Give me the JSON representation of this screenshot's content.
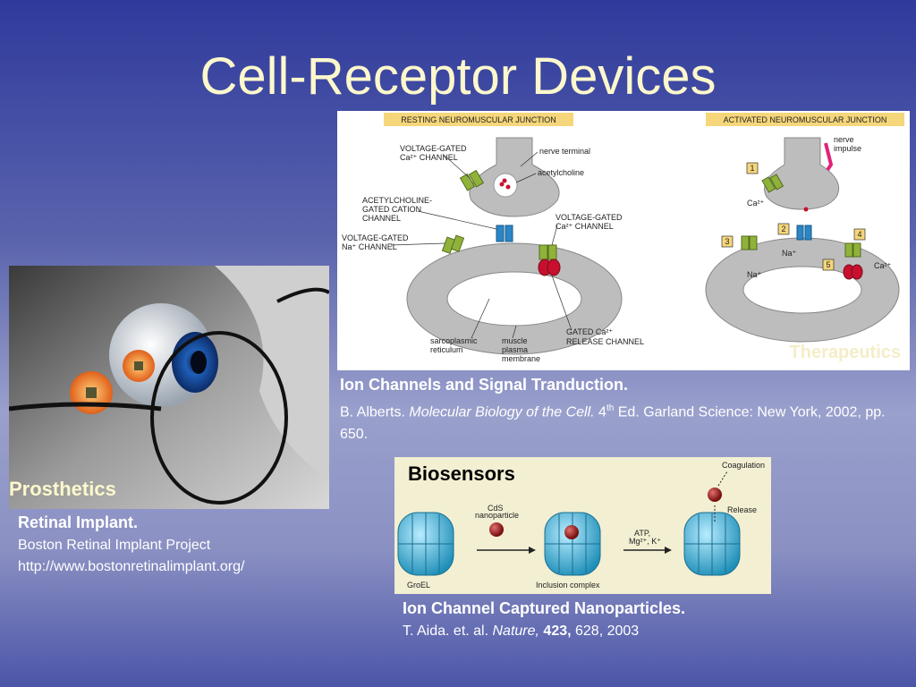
{
  "slide": {
    "title": "Cell-Receptor Devices"
  },
  "nmj_figure": {
    "resting_header": "RESTING NEUROMUSCULAR JUNCTION",
    "activated_header": "ACTIVATED NEUROMUSCULAR JUNCTION",
    "labels": {
      "vg_ca_channel_1": "VOLTAGE-GATED",
      "vg_ca_channel_2": "Ca²⁺ CHANNEL",
      "nerve_terminal": "nerve terminal",
      "acetylcholine": "acetylcholine",
      "ach_gated_1": "ACETYLCHOLINE-",
      "ach_gated_2": "GATED CATION",
      "ach_gated_3": "CHANNEL",
      "vg_ca_right_1": "VOLTAGE-GATED",
      "vg_ca_right_2": "Ca²⁺ CHANNEL",
      "vg_na_1": "VOLTAGE-GATED",
      "vg_na_2": "Na⁺ CHANNEL",
      "sarco_1": "sarcoplasmic",
      "sarco_2": "reticulum",
      "muscle_1": "muscle",
      "muscle_2": "plasma",
      "muscle_3": "membrane",
      "gated_1": "GATED Ca²⁺",
      "gated_2": "RELEASE CHANNEL",
      "nerve_impulse_1": "nerve",
      "nerve_impulse_2": "impulse",
      "ca": "Ca²⁺",
      "na_1": "Na⁺",
      "na_2": "Na⁺",
      "ca_2": "Ca²⁺",
      "step1": "1",
      "step2": "2",
      "step3": "3",
      "step4": "4",
      "step5": "5"
    },
    "overlay_tag": "Therapeutics"
  },
  "caption_ion_channels": {
    "heading": "Ion Channels and Signal Tranduction.",
    "author": "B. Alberts. ",
    "book": "Molecular Biology of the Cell.",
    "ed_num": " 4",
    "ed_sup": "th",
    "rest": " Ed. Garland Science: New York, 2002, pp. 650."
  },
  "eye_figure": {
    "tag": "Prosthetics"
  },
  "caption_retinal": {
    "heading": "Retinal Implant.",
    "line1": "Boston Retinal Implant Project",
    "line2": "http://www.bostonretinalimplant.org/"
  },
  "bio_figure": {
    "tag": "Biosensors",
    "cds_1": "CdS",
    "cds_2": "nanoparticle",
    "atp_1": "ATP,",
    "atp_2": "Mg²⁺, K⁺",
    "coagulation": "Coagulation",
    "release": "Release",
    "groel": "GroEL",
    "inclusion": "Inclusion complex"
  },
  "caption_nanoparticles": {
    "heading": "Ion Channel Captured Nanoparticles.",
    "author": "T. Aida. et. al. ",
    "journal": "Nature,",
    "volume": " 423,",
    "rest": " 628, 2003"
  },
  "colors": {
    "title": "#fdf8cc",
    "header_bg": "#f5d67a",
    "membrane": "#bdbdbd",
    "channel_green": "#8fb33a",
    "channel_blue": "#2a86c7",
    "channel_red": "#c8102e",
    "groel_blue": "#3fb4d8"
  }
}
